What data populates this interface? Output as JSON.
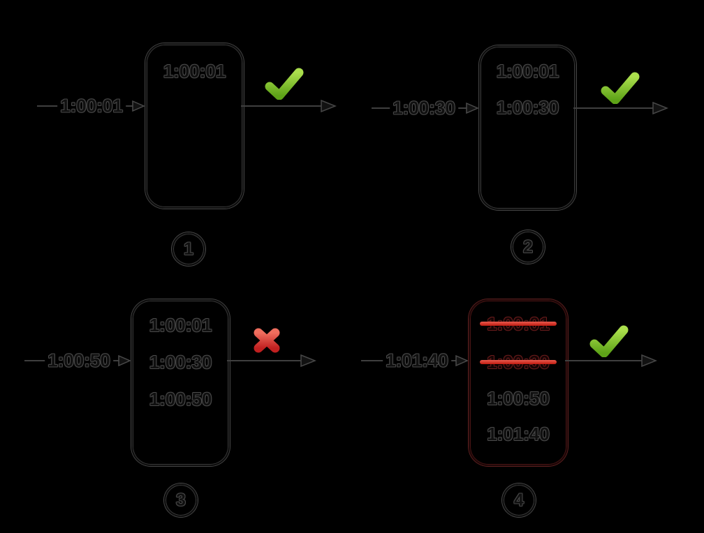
{
  "diagram": {
    "type": "sliding-window-log-rate-limiter",
    "colors": {
      "background": "#000000",
      "line_gray": "#3f3f3f",
      "text_outline_gray": "#4c4c4c",
      "check_green_top": "#abdf4d",
      "check_green_bottom": "#5ea318",
      "cross_red_top": "#ef6e5e",
      "cross_red_bottom": "#c02020",
      "strike_red": "#d0281c",
      "red_box_outline": "#5e2020"
    },
    "panels": [
      {
        "badge": "1",
        "input_label": "1:00:01",
        "result": "accepted",
        "result_icon": "check-icon",
        "log_entries": [
          {
            "time": "1:00:01",
            "struck": false
          }
        ]
      },
      {
        "badge": "2",
        "input_label": "1:00:30",
        "result": "accepted",
        "result_icon": "check-icon",
        "log_entries": [
          {
            "time": "1:00:01",
            "struck": false
          },
          {
            "time": "1:00:30",
            "struck": false
          }
        ]
      },
      {
        "badge": "3",
        "input_label": "1:00:50",
        "result": "rejected",
        "result_icon": "cross-icon",
        "log_entries": [
          {
            "time": "1:00:01",
            "struck": false
          },
          {
            "time": "1:00:30",
            "struck": false
          },
          {
            "time": "1:00:50",
            "struck": false
          }
        ]
      },
      {
        "badge": "4",
        "input_label": "1:01:40",
        "result": "accepted",
        "result_icon": "check-icon",
        "log_entries": [
          {
            "time": "1:00:01",
            "struck": true
          },
          {
            "time": "1:00:30",
            "struck": true
          },
          {
            "time": "1:00:50",
            "struck": false
          },
          {
            "time": "1:01:40",
            "struck": false
          }
        ]
      }
    ]
  }
}
